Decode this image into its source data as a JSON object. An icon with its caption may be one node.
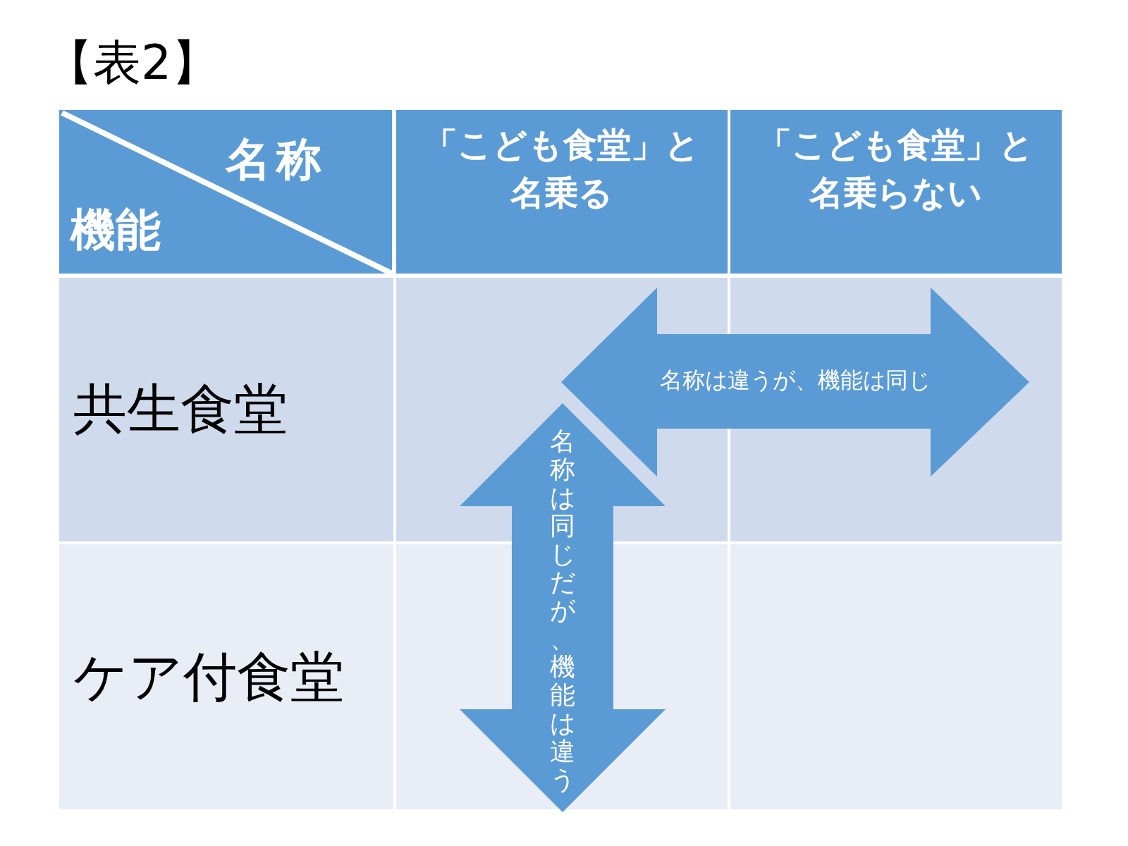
{
  "diagram": {
    "title": "【表2】",
    "nodes": [
      {
        "text": [
          "名称は違うが、機能は同じ"
        ]
      },
      {
        "text": [
          "名称は同じだが、機能は違う"
        ]
      }
    ],
    "labels": [
      "名称",
      "機能",
      "「こども食堂」と名乗る",
      "「こども食堂」と名乗らない",
      "共生食堂",
      "ケア付食堂"
    ]
  }
}
